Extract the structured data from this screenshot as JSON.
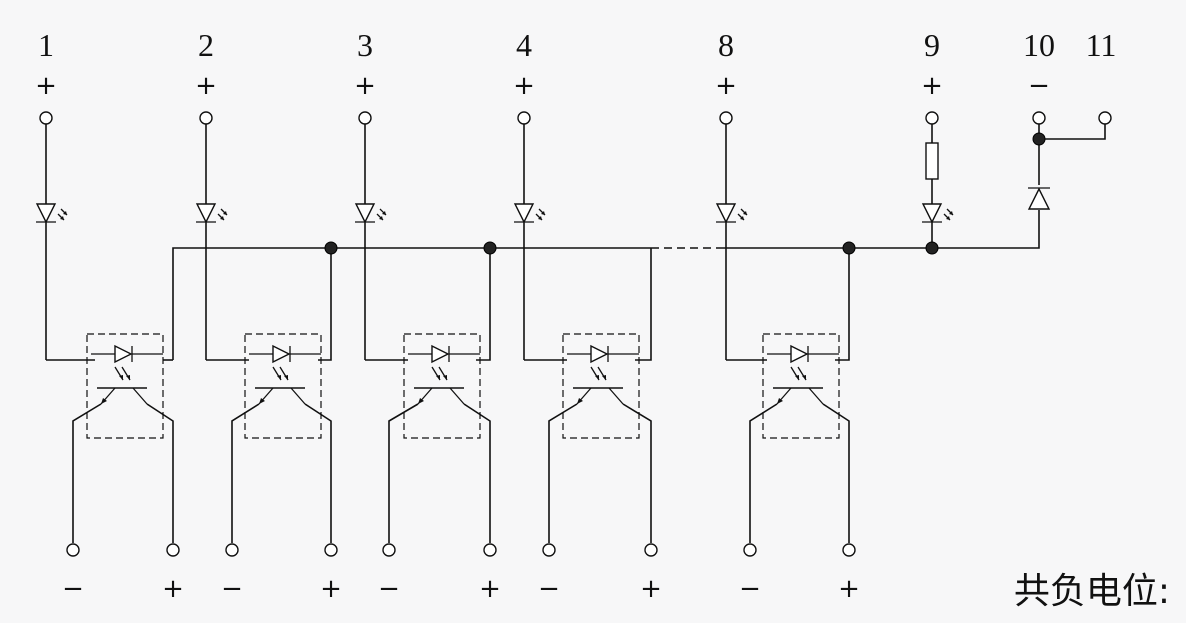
{
  "top_terminals": [
    {
      "number": "1",
      "polarity": "+"
    },
    {
      "number": "2",
      "polarity": "+"
    },
    {
      "number": "3",
      "polarity": "+"
    },
    {
      "number": "4",
      "polarity": "+"
    },
    {
      "number": "8",
      "polarity": "+"
    },
    {
      "number": "9",
      "polarity": "+"
    },
    {
      "number": "10",
      "polarity": "−"
    },
    {
      "number": "11",
      "polarity": ""
    }
  ],
  "channels": [
    {
      "output_left": "−",
      "output_right": "+"
    },
    {
      "output_left": "−",
      "output_right": "+"
    },
    {
      "output_left": "−",
      "output_right": "+"
    },
    {
      "output_left": "−",
      "output_right": "+"
    },
    {
      "output_left": "−",
      "output_right": "+"
    }
  ],
  "caption": "共负电位:"
}
